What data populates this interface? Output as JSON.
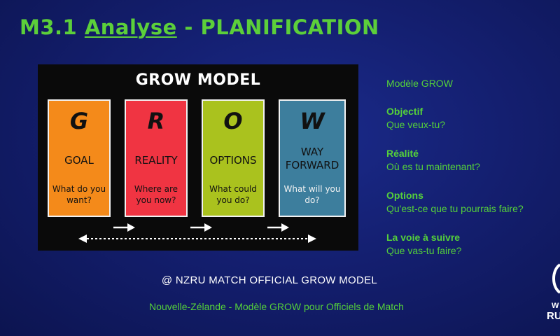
{
  "title": {
    "prefix": "M3.1 ",
    "underlined": "Analyse",
    "suffix": " - PLANIFICATION"
  },
  "grow": {
    "heading": "GROW MODEL",
    "cards": [
      {
        "letter": "G",
        "word": "GOAL",
        "question": "What do you want?",
        "color": "#f48a1a"
      },
      {
        "letter": "R",
        "word": "REALITY",
        "question": "Where are you now?",
        "color": "#f03442"
      },
      {
        "letter": "O",
        "word": "OPTIONS",
        "question": "What could you do?",
        "color": "#aac21e"
      },
      {
        "letter": "W",
        "word_line1": "WAY",
        "word_line2": "FORWARD",
        "question": "What will you do?",
        "color": "#3d7e9d"
      }
    ]
  },
  "sidebar": {
    "intro": "Modèle GROW",
    "items": [
      {
        "heading": "Objectif",
        "text": "Que veux-tu?"
      },
      {
        "heading": "Réalité",
        "text": "Où es tu maintenant?"
      },
      {
        "heading": "Options",
        "text": "Qu'est-ce que tu pourrais faire?"
      },
      {
        "heading": "La voie à suivre",
        "text": "Que vas-tu faire?"
      }
    ]
  },
  "credit": "@ NZRU MATCH OFFICIAL GROW MODEL",
  "credit_fr": "Nouvelle-Zélande - Modèle GROW pour Officiels de Match",
  "logo": {
    "text_top": "W",
    "text_bottom": "RU",
    "color": "#ffffff"
  }
}
